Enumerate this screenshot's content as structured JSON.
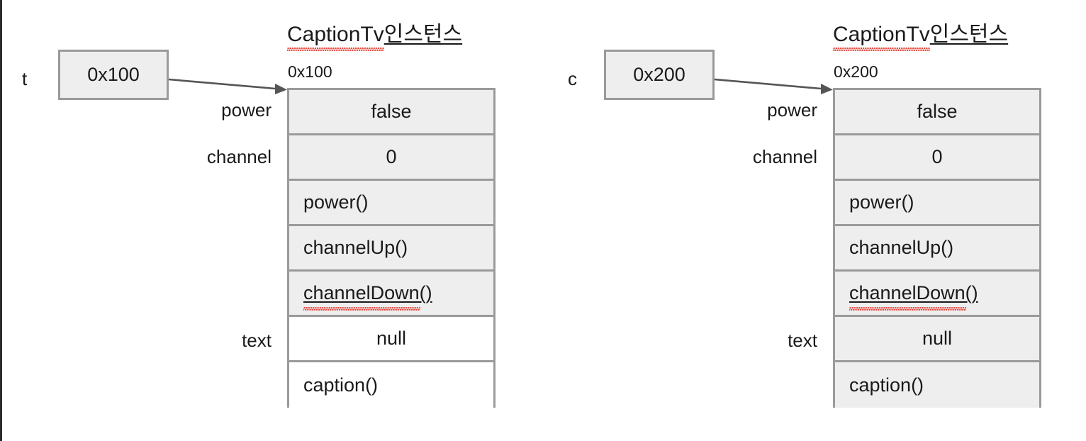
{
  "diagram": {
    "title_underline": true,
    "colors": {
      "row_fill_gray": "#eeeeee",
      "row_fill_white": "#ffffff",
      "border": "#9a9a9a",
      "arrow": "#555555",
      "text": "#1a1a1a",
      "spellcheck_squiggle": "#e8493f",
      "page_edge": "#2b2b2b"
    },
    "objects": [
      {
        "variable_label": "t",
        "pointer_value": "0x100",
        "title_latin": "CaptionTv",
        "title_hangul": "인스턴스",
        "address": "0x100",
        "field_labels": [
          "power",
          "channel",
          "text"
        ],
        "rows": [
          {
            "text": "false",
            "align": "center",
            "fill": "gray",
            "spellcheck": false,
            "field": "power"
          },
          {
            "text": "0",
            "align": "center",
            "fill": "gray",
            "spellcheck": false,
            "field": "channel"
          },
          {
            "text": "power()",
            "align": "left",
            "fill": "gray",
            "spellcheck": false,
            "field": ""
          },
          {
            "text": "channelUp()",
            "align": "left",
            "fill": "gray",
            "spellcheck": false,
            "field": ""
          },
          {
            "text": "channelDown()",
            "align": "left",
            "fill": "gray",
            "spellcheck": true,
            "field": ""
          },
          {
            "text": "null",
            "align": "center",
            "fill": "white",
            "spellcheck": false,
            "field": "text"
          },
          {
            "text": "caption()",
            "align": "left",
            "fill": "white",
            "spellcheck": false,
            "field": ""
          }
        ]
      },
      {
        "variable_label": "c",
        "pointer_value": "0x200",
        "title_latin": "CaptionTv",
        "title_hangul": "인스턴스",
        "address": "0x200",
        "field_labels": [
          "power",
          "channel",
          "text"
        ],
        "rows": [
          {
            "text": "false",
            "align": "center",
            "fill": "gray",
            "spellcheck": false,
            "field": "power"
          },
          {
            "text": "0",
            "align": "center",
            "fill": "gray",
            "spellcheck": false,
            "field": "channel"
          },
          {
            "text": "power()",
            "align": "left",
            "fill": "gray",
            "spellcheck": false,
            "field": ""
          },
          {
            "text": "channelUp()",
            "align": "left",
            "fill": "gray",
            "spellcheck": false,
            "field": ""
          },
          {
            "text": "channelDown()",
            "align": "left",
            "fill": "gray",
            "spellcheck": true,
            "field": ""
          },
          {
            "text": "null",
            "align": "center",
            "fill": "gray",
            "spellcheck": false,
            "field": "text"
          },
          {
            "text": "caption()",
            "align": "left",
            "fill": "gray",
            "spellcheck": false,
            "field": ""
          }
        ]
      }
    ]
  }
}
